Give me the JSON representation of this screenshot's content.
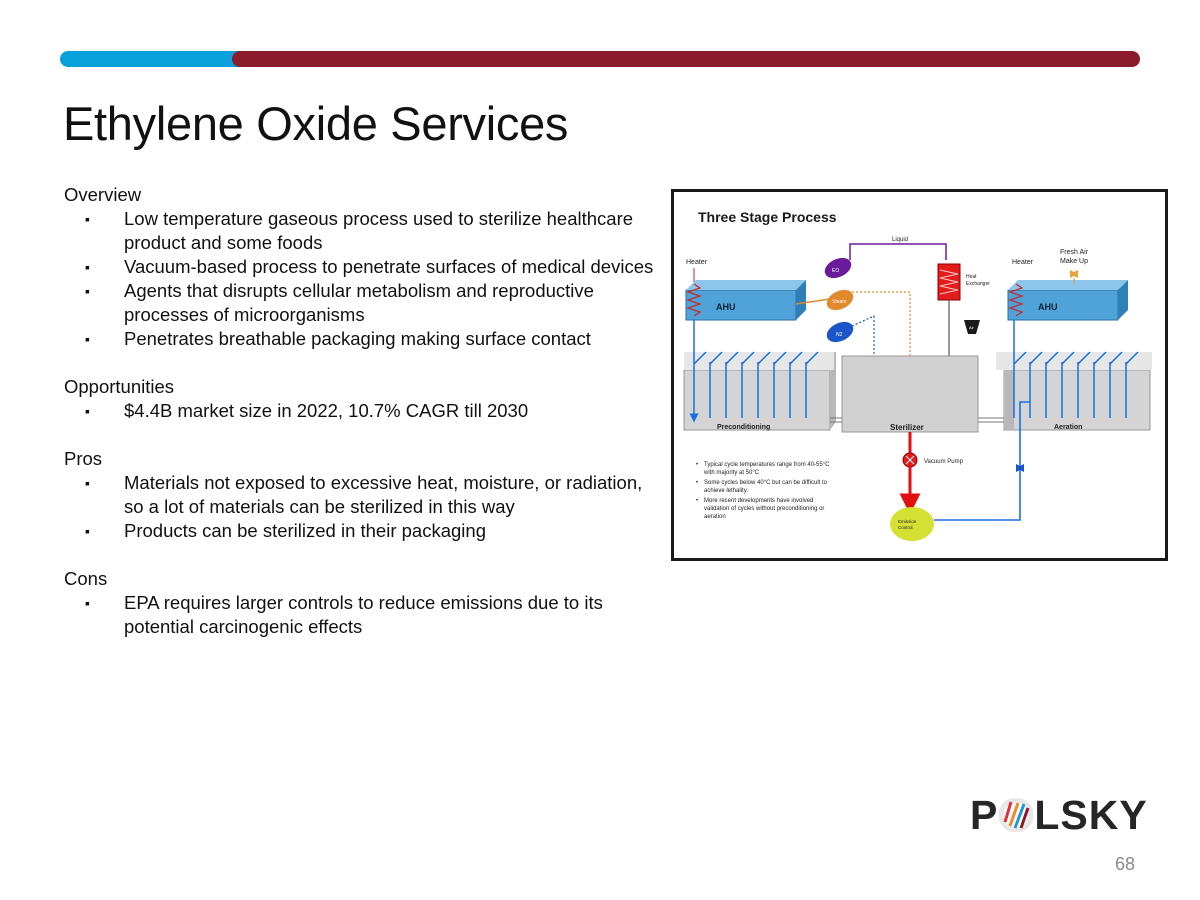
{
  "colors": {
    "accent_blue": "#0aa0dc",
    "accent_red": "#8c1b2b"
  },
  "title": "Ethylene Oxide Services",
  "sections": {
    "overview": {
      "heading": "Overview",
      "items": [
        "Low temperature gaseous process used to sterilize healthcare product and some foods",
        "Vacuum-based process to penetrate surfaces of medical devices",
        "Agents that disrupts cellular metabolism and reproductive processes of microorganisms",
        "Penetrates breathable packaging making surface contact"
      ]
    },
    "opportunities": {
      "heading": "Opportunities",
      "items": [
        "$4.4B market size in 2022, 10.7% CAGR till 2030"
      ]
    },
    "pros": {
      "heading": "Pros",
      "items": [
        "Materials not exposed to excessive heat, moisture, or radiation, so a lot of materials can be sterilized in this way",
        "Products can be sterilized in their packaging"
      ]
    },
    "cons": {
      "heading": "Cons",
      "items": [
        "EPA requires larger controls to reduce emissions due to its potential carcinogenic effects"
      ]
    }
  },
  "diagram": {
    "title": "Three Stage Process",
    "heater_left": "Heater",
    "heater_right": "Heater",
    "ahu_left": "AHU",
    "ahu_right": "AHU",
    "fresh_air_1": "Fresh Air",
    "fresh_air_2": "Make Up",
    "liquid": "Liquid",
    "heat_exchanger_1": "Heat",
    "heat_exchanger_2": "Exchanger",
    "eo": "EO",
    "steam": "Steam",
    "n2": "N2",
    "air": "Air",
    "preconditioning": "Preconditioning",
    "sterilizer": "Sterilizer",
    "aeration": "Aeration",
    "vacuum_pump": "Vacuum Pump",
    "emission_control_1": "Emission",
    "emission_control_2": "Control",
    "notes": [
      [
        "Typical cycle temperatures range from 40-55°C",
        "with majority at 50°C"
      ],
      [
        "Some cycles below 40°C but can be difficult to",
        "achieve lethality."
      ],
      [
        "More recent developments have involved",
        "validation of cycles without preconditioning or",
        "aeration"
      ]
    ]
  },
  "logo": {
    "text_before": "P",
    "text_after": "LSKY"
  },
  "page_number": "68"
}
